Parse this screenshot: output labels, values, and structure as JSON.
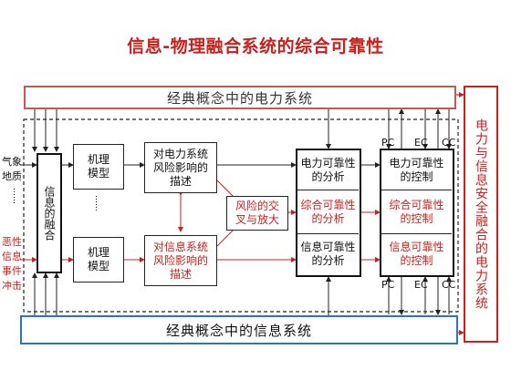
{
  "title": "信息-物理融合系统的综合可靠性",
  "power_system": {
    "label": "经典概念中的电力系统"
  },
  "info_system": {
    "label": "经典概念中的信息系统"
  },
  "right_panel": {
    "label": "电力与信息安全融合的电力系统"
  },
  "left_inputs": {
    "top": [
      "气象",
      "地质"
    ],
    "ellipsis": "……",
    "bottom": [
      "恶性",
      "信息",
      "事件",
      "冲击"
    ]
  },
  "fusion": {
    "label": "信息的融合"
  },
  "mechanism": {
    "top": "机理模型",
    "ellipsis": "……",
    "bottom": "机理模型"
  },
  "risk": {
    "power": "对电力系统风险影响的描述",
    "info": "对信息系统风险影响的描述",
    "cross": "风险的交叉与放大"
  },
  "analysis": {
    "power": "电力可靠性的分析",
    "combined": "综合可靠性的分析",
    "info": "信息可靠性的分析"
  },
  "control": {
    "power": "电力可靠性的控制",
    "combined": "综合可靠性的控制",
    "info": "信息可靠性的控制"
  },
  "port_labels": {
    "top": [
      "PC",
      "EC",
      "CC"
    ],
    "bottom": [
      "PC",
      "EC",
      "CC"
    ]
  },
  "colors": {
    "title_red": "#c8201c",
    "power_border": "#c05a55",
    "info_border": "#2e75b6",
    "accent_red": "#c8201c",
    "dashed": "#222222"
  }
}
